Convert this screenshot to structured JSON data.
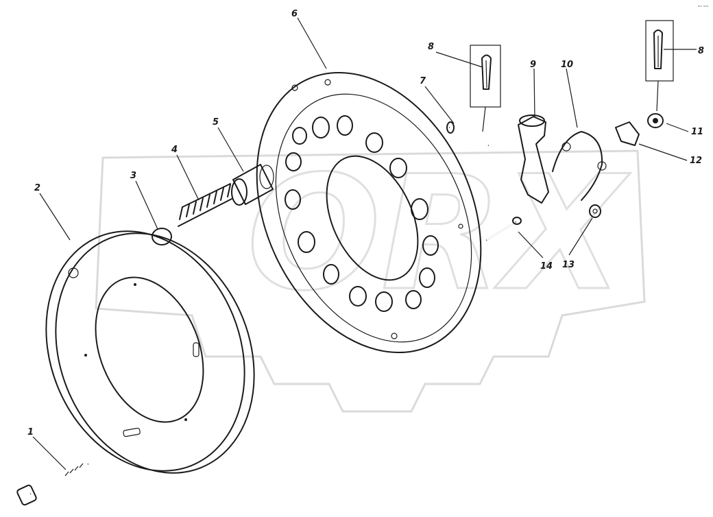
{
  "corner_mark": "ᵃᵐ ᵒᵒᵒ",
  "watermark": "ORX",
  "callouts": [
    {
      "id": "1",
      "label": "1"
    },
    {
      "id": "2",
      "label": "2"
    },
    {
      "id": "3",
      "label": "3"
    },
    {
      "id": "4",
      "label": "4"
    },
    {
      "id": "5",
      "label": "5"
    },
    {
      "id": "6",
      "label": "6"
    },
    {
      "id": "7",
      "label": "7"
    },
    {
      "id": "8a",
      "label": "8"
    },
    {
      "id": "8b",
      "label": "8"
    },
    {
      "id": "9",
      "label": "9"
    },
    {
      "id": "10",
      "label": "10"
    },
    {
      "id": "11",
      "label": "11"
    },
    {
      "id": "12",
      "label": "12"
    },
    {
      "id": "13",
      "label": "13"
    },
    {
      "id": "14",
      "label": "14"
    }
  ]
}
